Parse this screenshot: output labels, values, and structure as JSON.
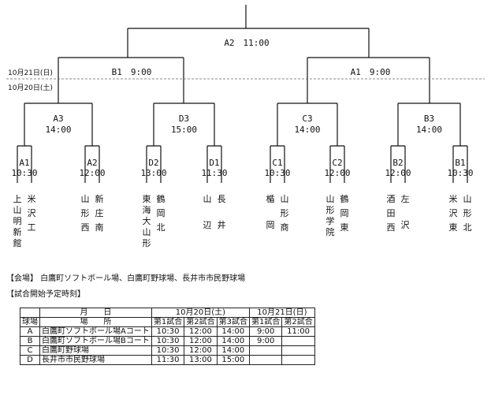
{
  "bracket": {
    "final": "A2　11:00",
    "semis": [
      "B1　9:00",
      "A1　9:00"
    ],
    "quarters": [
      {
        "code": "A3",
        "time": "14:00"
      },
      {
        "code": "D3",
        "time": "15:00"
      },
      {
        "code": "C3",
        "time": "14:00"
      },
      {
        "code": "B3",
        "time": "14:00"
      }
    ],
    "first_round": [
      {
        "code": "A1",
        "time": "10:30"
      },
      {
        "code": "A2",
        "time": "12:00"
      },
      {
        "code": "D2",
        "time": "13:00"
      },
      {
        "code": "D1",
        "time": "11:30"
      },
      {
        "code": "C1",
        "time": "10:30"
      },
      {
        "code": "C2",
        "time": "12:00"
      },
      {
        "code": "B2",
        "time": "12:00"
      },
      {
        "code": "B1",
        "time": "10:30"
      }
    ],
    "day_labels": [
      "10月21日(日)",
      "10月20日(土)"
    ],
    "teams": [
      "上山明新館",
      "米沢工",
      "山形西",
      "新庄南",
      "東海大山形",
      "鶴岡北",
      "山辺",
      "長井",
      "楯岡",
      "山形商",
      "山形学院",
      "鶴岡東",
      "酒田西",
      "左沢",
      "米沢東",
      "山形北"
    ]
  },
  "notes": {
    "venue": "【会場】 白鷹町ソフトボール場、白鷹町野球場、長井市市民野球場",
    "schedule_title": "【試合開始予定時刻】"
  },
  "schedule": {
    "header_date": "月　　日",
    "header_venue_col": "球場",
    "header_place": "場　　所",
    "day1": "10月20日(土)",
    "day2": "10月21日(日)",
    "day1_games": [
      "第1試合",
      "第2試合",
      "第3試合"
    ],
    "day2_games": [
      "第1試合",
      "第2試合"
    ],
    "rows": [
      {
        "id": "A",
        "place": "白鷹町ソフトボール場Aコート",
        "times": [
          "10:30",
          "12:00",
          "14:00",
          "9:00",
          "11:00"
        ]
      },
      {
        "id": "B",
        "place": "白鷹町ソフトボール場Bコート",
        "times": [
          "10:30",
          "12:00",
          "14:00",
          "9:00",
          ""
        ]
      },
      {
        "id": "C",
        "place": "白鷹町野球場",
        "times": [
          "10:30",
          "12:00",
          "14:00",
          "",
          ""
        ]
      },
      {
        "id": "D",
        "place": "長井市市民野球場",
        "times": [
          "11:30",
          "13:00",
          "15:00",
          "",
          ""
        ]
      }
    ]
  }
}
